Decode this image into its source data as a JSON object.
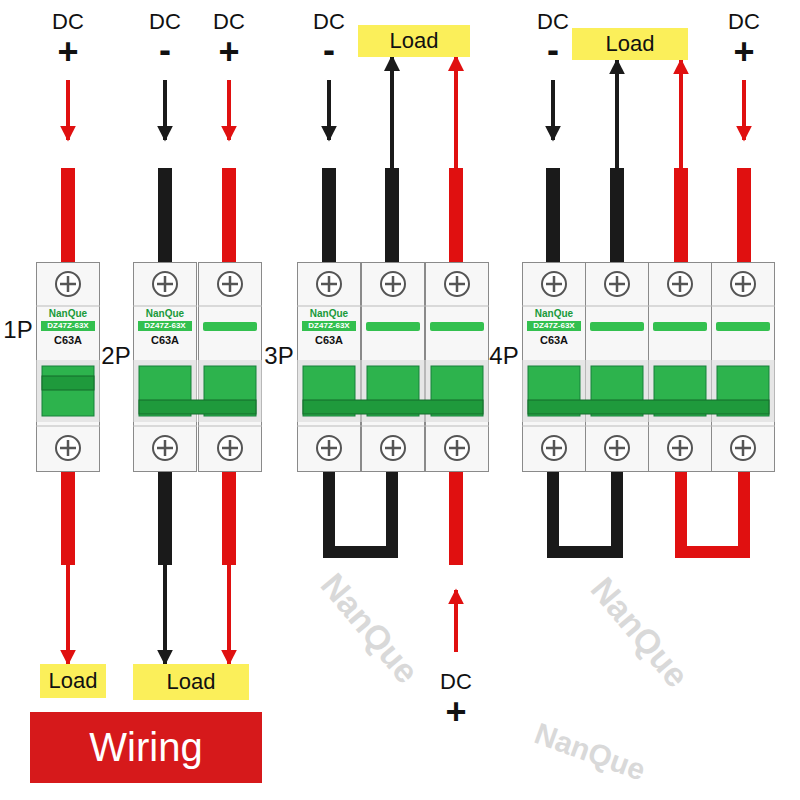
{
  "diagram": {
    "nodes": [
      {
        "text": [
          "Load"
        ]
      },
      {
        "text": [
          "Load"
        ]
      },
      {
        "text": [
          "NanQue",
          "DZ47Z-63X",
          "C63A"
        ]
      },
      {
        "text": [
          "NanQue",
          "DZ47Z-63X",
          "C63A"
        ]
      },
      {
        "text": [
          "NanQue",
          "DZ47Z-63X",
          "C63A"
        ]
      },
      {
        "text": [
          "NanQue",
          "DZ47Z-63X",
          "C63A"
        ]
      },
      {
        "text": [
          "Load"
        ]
      },
      {
        "text": [
          "Load"
        ]
      },
      {
        "text": [
          "Wiring"
        ]
      }
    ],
    "edges": [
      {
        "from": 2,
        "to": 6,
        "arrow": "to"
      },
      {
        "from": 3,
        "to": 7,
        "arrow": "to"
      },
      {
        "from": 3,
        "to": 7,
        "arrow": "to"
      },
      {
        "from": 4,
        "to": 0,
        "arrow": "to"
      },
      {
        "from": 4,
        "to": 0,
        "arrow": "to"
      },
      {
        "from": 5,
        "to": 1,
        "arrow": "to"
      },
      {
        "from": 5,
        "to": 1,
        "arrow": "to"
      }
    ],
    "labels": [
      "DC",
      "+",
      "DC",
      "-",
      "DC",
      "+",
      "DC",
      "-",
      "DC",
      "-",
      "DC",
      "+",
      "DC",
      "+",
      "1P",
      "2P",
      "3P",
      "4P",
      "NanQue",
      "NanQue",
      "NanQue"
    ]
  }
}
